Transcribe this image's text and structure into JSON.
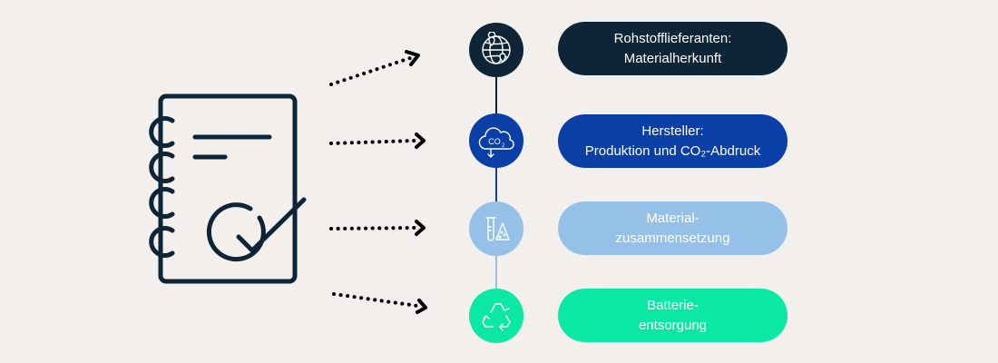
{
  "colors": {
    "background": "#f2efed",
    "navy": "#0d2537",
    "blue": "#0a3fa7",
    "light_blue": "#95c1e9",
    "green": "#0ae8a3"
  },
  "icons": {
    "source": "notebook-checkmark-icon",
    "arrows": "dotted-arrow-icon",
    "nodes": [
      "globe-location-icon",
      "cloud-co2-icon",
      "test-tube-material-icon",
      "recycle-icon"
    ]
  },
  "cloud_icon_text": "CO",
  "cloud_icon_sub": "2",
  "items": [
    {
      "line1": "Rohstofflieferanten:",
      "line2": "Materialherkunft"
    },
    {
      "line1": "Hersteller:",
      "line2": "Produktion und CO₂-Abdruck"
    },
    {
      "line1": "Material-",
      "line2": "zusammensetzung"
    },
    {
      "line1": "Batterie-",
      "line2": "entsorgung"
    }
  ]
}
